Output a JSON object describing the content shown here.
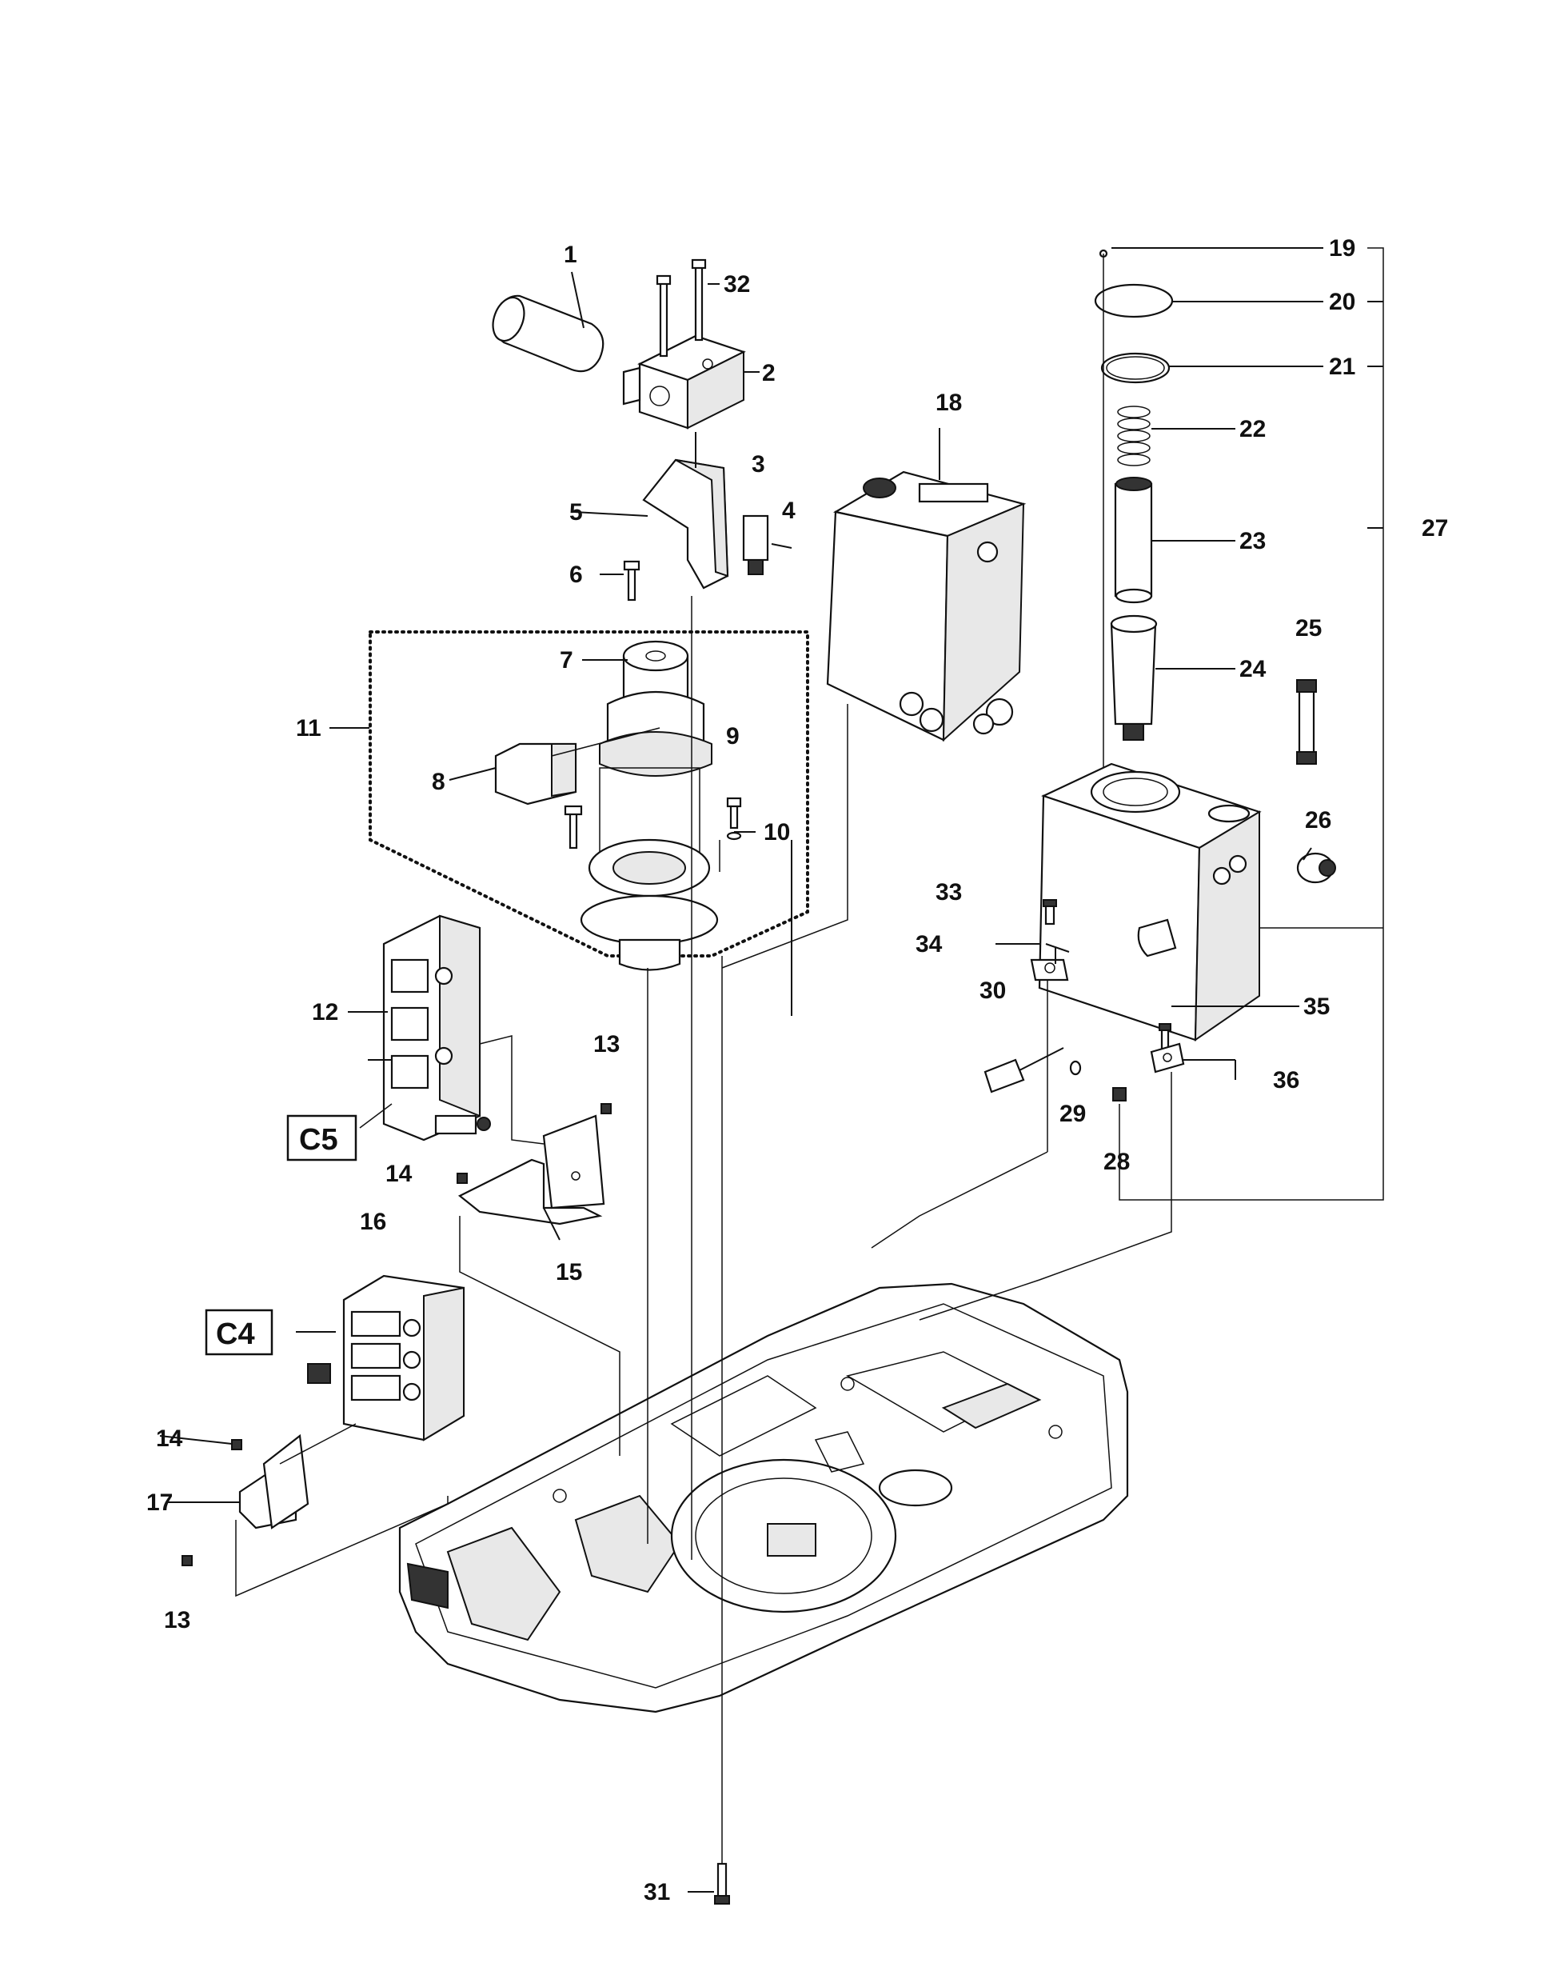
{
  "callouts": {
    "c1": "1",
    "c2": "2",
    "c3": "3",
    "c4": "4",
    "c5": "5",
    "c6": "6",
    "c7": "7",
    "c8": "8",
    "c9": "9",
    "c10": "10",
    "c11": "11",
    "c12": "12",
    "c13a": "13",
    "c13b": "13",
    "c14a": "14",
    "c14b": "14",
    "c15": "15",
    "c16": "16",
    "c17": "17",
    "c18": "18",
    "c19": "19",
    "c20": "20",
    "c21": "21",
    "c22": "22",
    "c23": "23",
    "c24": "24",
    "c25": "25",
    "c26": "26",
    "c27": "27",
    "c28": "28",
    "c29": "29",
    "c30": "30",
    "c31": "31",
    "c32": "32",
    "c33": "33",
    "c34": "34",
    "c35": "35",
    "c36": "36"
  },
  "boxed_labels": {
    "c5_ref": "C5",
    "c4_ref": "C4"
  }
}
